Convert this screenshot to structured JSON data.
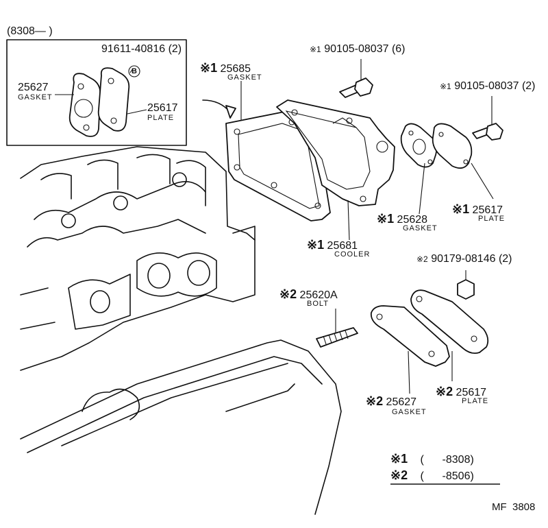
{
  "inset": {
    "range": "(8308—      )",
    "bolt_b": {
      "part_no": "91611-40816",
      "qty": "(2)",
      "marker": "B"
    },
    "gasket": {
      "part_no": "25627",
      "name": "GASKET"
    },
    "plate": {
      "part_no": "25617",
      "name": "PLATE"
    }
  },
  "parts": {
    "gasket_25685": {
      "mark": "※1",
      "part_no": "25685",
      "name": "GASKET"
    },
    "bolt_top": {
      "mark": "※1",
      "part_no": "90105-08037",
      "qty": "(6)"
    },
    "bolt_right": {
      "mark": "※1",
      "part_no": "90105-08037",
      "qty": "(2)"
    },
    "gasket_25628": {
      "mark": "※1",
      "part_no": "25628",
      "name": "GASKET"
    },
    "plate_25617_1": {
      "mark": "※1",
      "part_no": "25617",
      "name": "PLATE"
    },
    "cooler": {
      "mark": "※1",
      "part_no": "25681",
      "name": "COOLER"
    },
    "nut": {
      "mark": "※2",
      "part_no": "90179-08146",
      "qty": "(2)"
    },
    "stud": {
      "mark": "※2",
      "part_no": "25620A",
      "name": "BOLT"
    },
    "gasket_25627_2": {
      "mark": "※2",
      "part_no": "25627",
      "name": "GASKET"
    },
    "plate_25617_2": {
      "mark": "※2",
      "part_no": "25617",
      "name": "PLATE"
    }
  },
  "legend": [
    {
      "mark": "※1",
      "text": "(      -8308)"
    },
    {
      "mark": "※2",
      "text": "(      -8506)"
    }
  ],
  "footer": {
    "code": "MF  3808"
  }
}
